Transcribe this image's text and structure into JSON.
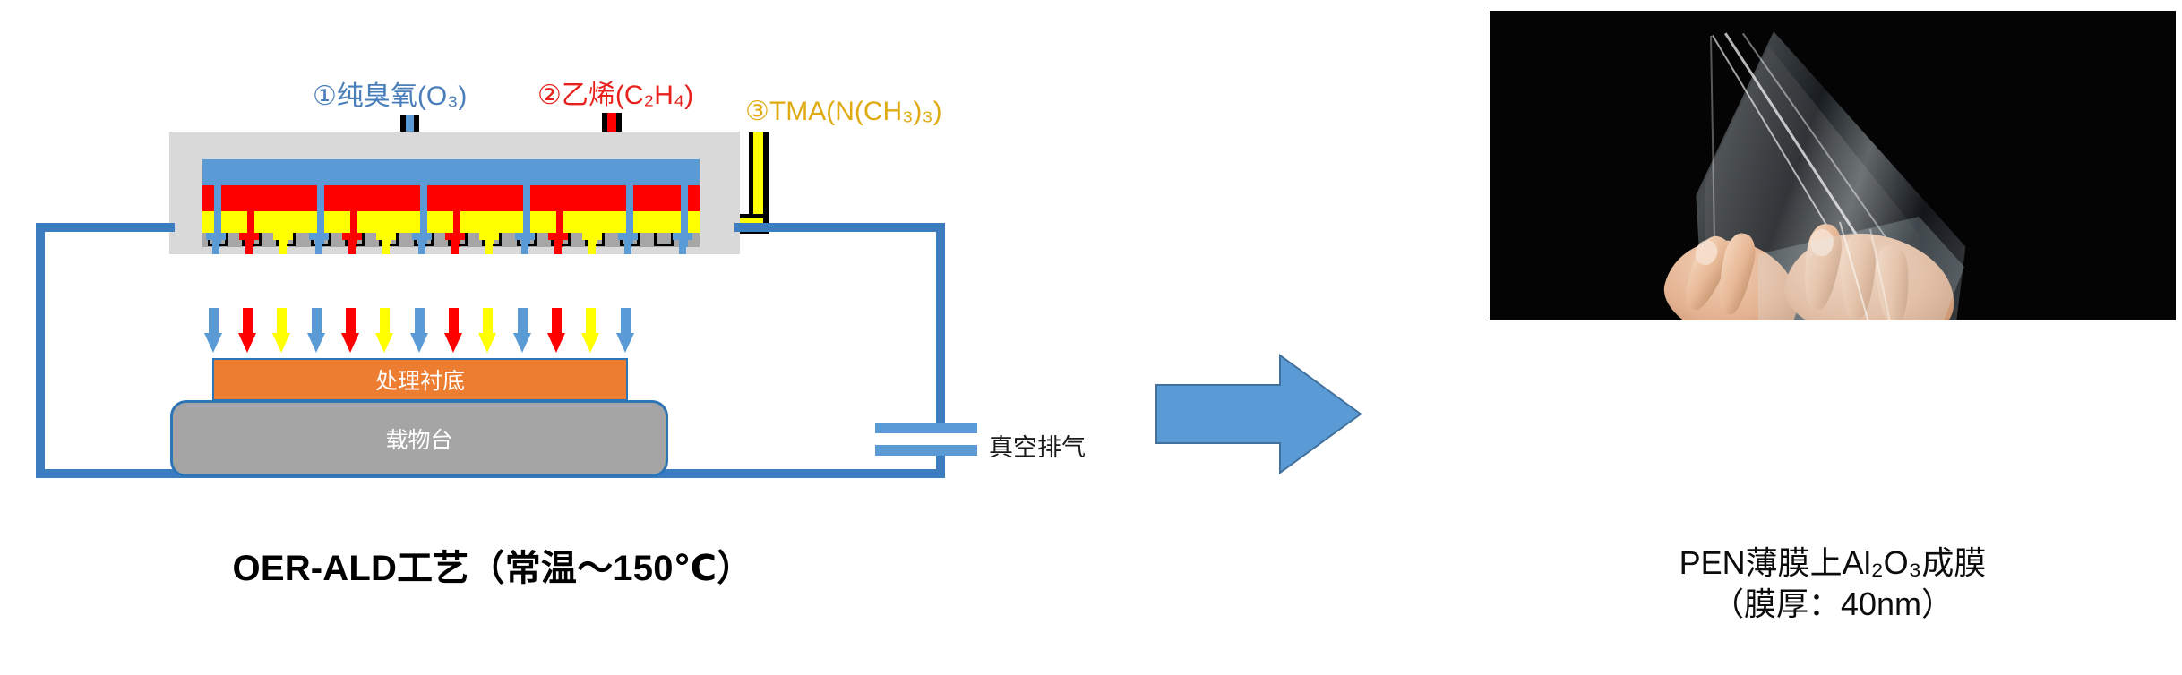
{
  "diagram": {
    "gas_inlets": [
      {
        "id": "inlet-1",
        "marker": "①",
        "name": "纯臭氧",
        "formula_pre": "(O",
        "formula_sub": "3",
        "formula_post": ")",
        "color": "#4a7ebb"
      },
      {
        "id": "inlet-2",
        "marker": "②",
        "name": "乙烯",
        "formula_pre": "(C",
        "formula_sub": "2",
        "formula_mid": "H",
        "formula_sub2": "4",
        "formula_post": ")",
        "color": "#e8201b"
      },
      {
        "id": "inlet-3",
        "marker": "③",
        "name": "TMA",
        "formula_pre": "(N(CH",
        "formula_sub": "3",
        "formula_mid": ")",
        "formula_sub2": "3",
        "formula_post": ")",
        "color": "#e0ab12"
      }
    ],
    "inlet_label_1": "①纯臭氧(O₃)",
    "inlet_label_2": "②乙烯(C₂H₄)",
    "inlet_label_3": "③TMA(N(CH₃)₃)",
    "substrate_label": "处理衬底",
    "platform_label": "载物台",
    "vacuum_label": "真空排气",
    "chamber_layers": [
      {
        "name": "showerhead-plenum",
        "color": "#5b9bd5"
      },
      {
        "name": "ozone-manifold",
        "color": "#fe0000"
      },
      {
        "name": "tma-manifold",
        "color": "#ffff00"
      },
      {
        "name": "nozzle-plate",
        "color": "#a6a6a6"
      }
    ],
    "arrow_sequence": [
      "blue",
      "red",
      "yellow",
      "blue",
      "red",
      "yellow",
      "blue",
      "red",
      "yellow",
      "blue",
      "red",
      "yellow",
      "blue"
    ],
    "colors": {
      "ozone_blue": "#5b9bd5",
      "ethylene_red": "#fe0000",
      "tma_yellow": "#ffff00",
      "substrate_orange": "#ed7d31",
      "platform_gray": "#a5a5a5",
      "chamber_gray": "#d9d9d9",
      "pipe_blue": "#3c7dbf",
      "arrow_blue": "#5b9bd5",
      "photo_black": "#040404"
    }
  },
  "transition": {
    "arrow_name": "process-result-arrow",
    "color": "#5b9bd5"
  },
  "photo": {
    "alt_name": "flexible-pen-film-held-in-hands",
    "background": "#040404"
  },
  "captions": {
    "left": "OER-ALD工艺（常温～150℃）",
    "right_line1": "PEN薄膜上Al₂O₃成膜",
    "right_line2": "（膜厚：40nm）"
  }
}
